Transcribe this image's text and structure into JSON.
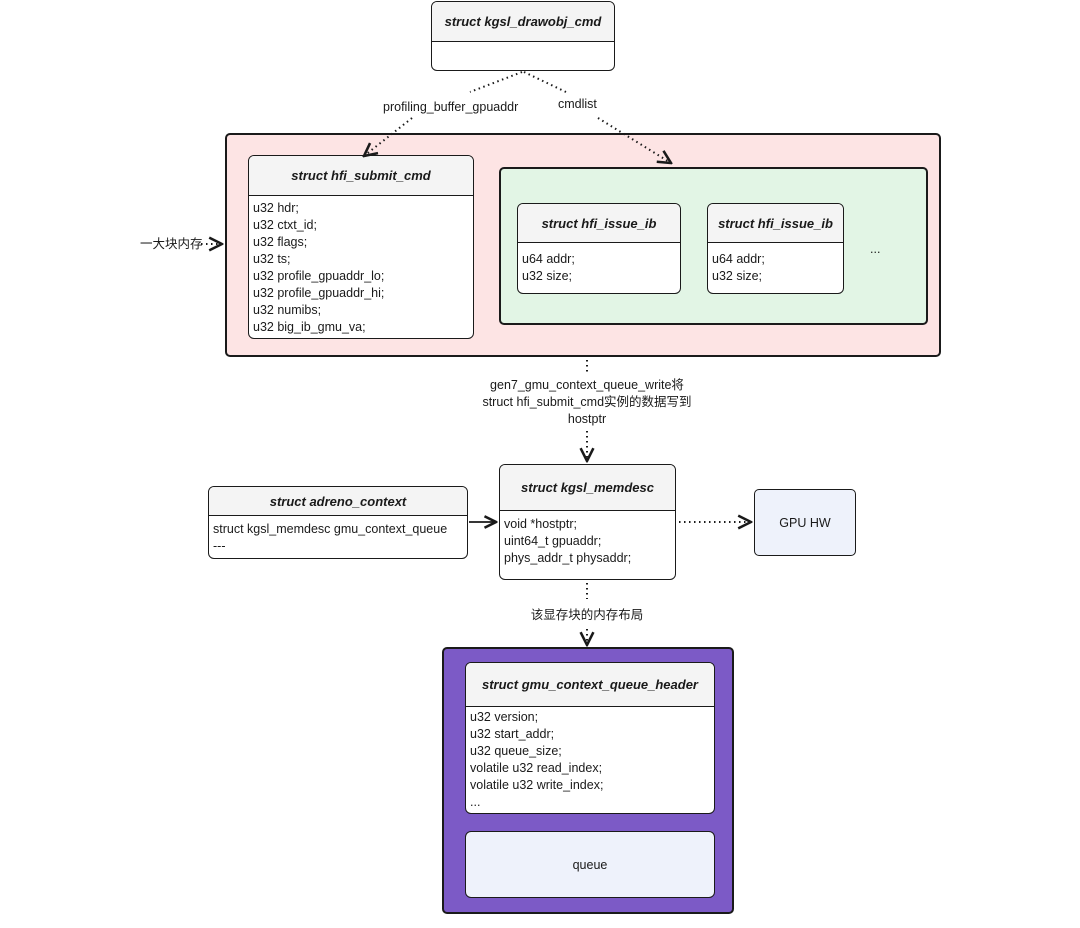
{
  "structs": {
    "drawobj": {
      "title": "struct kgsl_drawobj_cmd",
      "fields": []
    },
    "submit": {
      "title": "struct hfi_submit_cmd",
      "fields": [
        "u32 hdr;",
        "u32 ctxt_id;",
        "u32 flags;",
        "u32 ts;",
        "u32 profile_gpuaddr_lo;",
        "u32 profile_gpuaddr_hi;",
        "u32 numibs;",
        "u32 big_ib_gmu_va;"
      ]
    },
    "issue1": {
      "title": "struct hfi_issue_ib",
      "fields": [
        "u64 addr;",
        "u32 size;"
      ]
    },
    "issue2": {
      "title": "struct hfi_issue_ib",
      "fields": [
        "u64 addr;",
        "u32 size;"
      ]
    },
    "adreno": {
      "title": "struct adreno_context",
      "fields": [
        "struct kgsl_memdesc gmu_context_queue",
        "---"
      ]
    },
    "memdesc": {
      "title": "struct kgsl_memdesc",
      "fields": [
        "void *hostptr;",
        "uint64_t gpuaddr;",
        "phys_addr_t physaddr;"
      ]
    },
    "qheader": {
      "title": "struct gmu_context_queue_header",
      "fields": [
        "u32 version;",
        "u32 start_addr;",
        "u32 queue_size;",
        "volatile u32 read_index;",
        "volatile u32 write_index;",
        "..."
      ]
    }
  },
  "boxes": {
    "gpu_hw": "GPU HW",
    "queue": "queue",
    "ellipsis": "..."
  },
  "labels": {
    "profiling": "profiling_buffer_gpuaddr",
    "cmdlist": "cmdlist",
    "big_memory": "一大块内存",
    "write_line1": "gen7_gmu_context_queue_write将",
    "write_line2": "struct hfi_submit_cmd实例的数据写到",
    "write_line3": "hostptr",
    "layout": "该显存块的内存布局"
  },
  "colors": {
    "pink_container": "#fde4e4",
    "green_container": "#e2f5e5",
    "purple_container": "#7c5ac6",
    "header_fill": "#f4f4f4",
    "light_box": "#eef2fb"
  }
}
